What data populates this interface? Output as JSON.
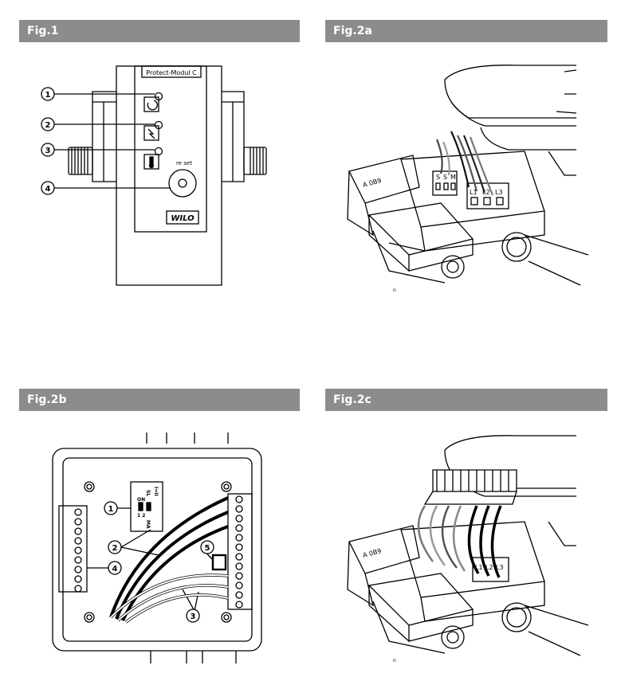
{
  "figures": [
    {
      "label": "Fig.1"
    },
    {
      "label": "Fig.2a"
    },
    {
      "label": "Fig.2b"
    },
    {
      "label": "Fig.2c"
    }
  ],
  "fig1": {
    "module_label": "Protect-Modul C",
    "reset_label": "re set",
    "brand": "WILO",
    "callouts": [
      "1",
      "2",
      "3",
      "4"
    ]
  },
  "fig2a": {
    "plate_text": "A 0B9",
    "terminal_left": [
      "S",
      "S",
      "M"
    ],
    "terminal_right": [
      "L1",
      "L2",
      "L3"
    ],
    "small_mark": "n"
  },
  "fig2b": {
    "callouts": [
      "1",
      "2",
      "3",
      "4",
      "5"
    ],
    "switch_top": "SL",
    "switch_top2": "I=II",
    "switch_on": "ON",
    "switch_12": "1 2",
    "switch_bottom": "MA"
  },
  "fig2c": {
    "plate_text": "A 0B9",
    "terminal_right": [
      "L1",
      "L2",
      "L3"
    ],
    "small_mark": "n"
  }
}
